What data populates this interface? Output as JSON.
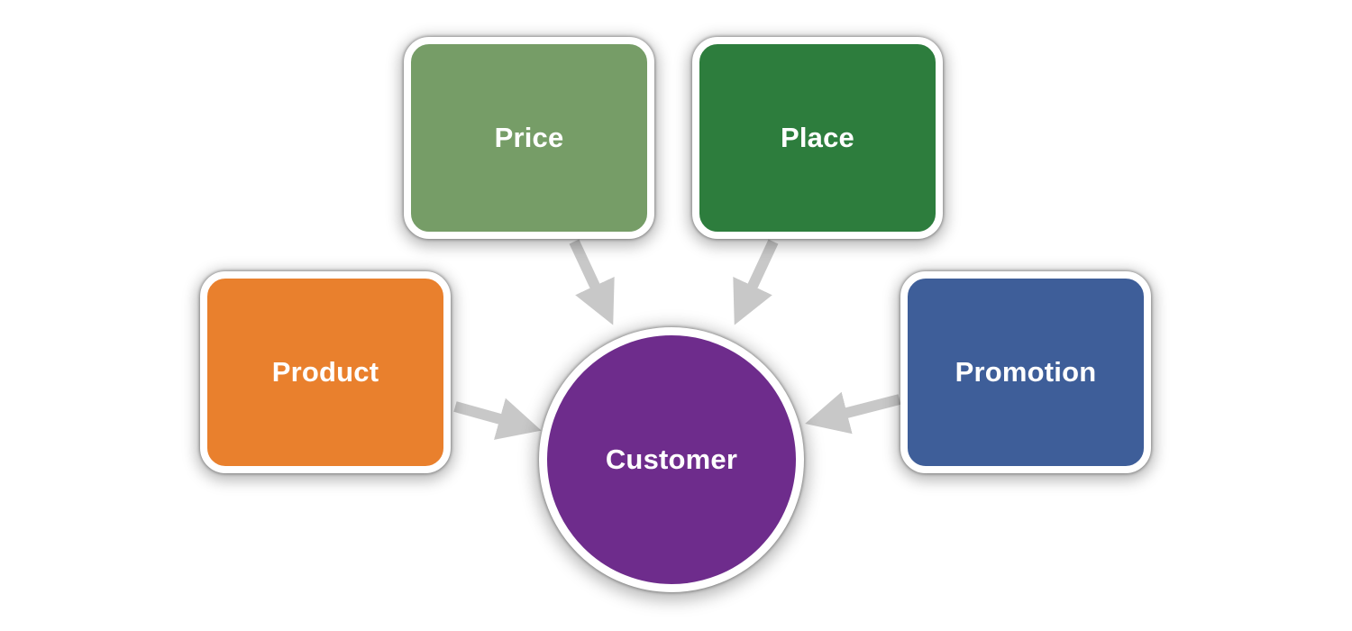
{
  "nodes": {
    "price": {
      "label": "Price",
      "color": "#769D67"
    },
    "place": {
      "label": "Place",
      "color": "#2D7D3D"
    },
    "product": {
      "label": "Product",
      "color": "#E9802D"
    },
    "promotion": {
      "label": "Promotion",
      "color": "#3E5E99"
    },
    "customer": {
      "label": "Customer",
      "color": "#6E2C8C"
    }
  },
  "arrow_color": "#C8C8C8",
  "edges": [
    {
      "from": "price",
      "to": "customer"
    },
    {
      "from": "place",
      "to": "customer"
    },
    {
      "from": "product",
      "to": "customer"
    },
    {
      "from": "promotion",
      "to": "customer"
    }
  ]
}
